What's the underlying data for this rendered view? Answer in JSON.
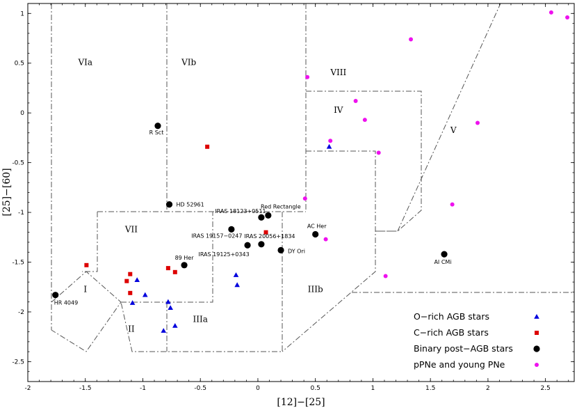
{
  "chart_data": {
    "type": "scatter",
    "xlabel": "[12]−[25]",
    "ylabel": "[25]−[60]",
    "xlim": [
      -2,
      2.75
    ],
    "ylim": [
      -2.7,
      1.1
    ],
    "x_ticks": [
      -2,
      -1.5,
      -1,
      -0.5,
      0,
      0.5,
      1,
      1.5,
      2,
      2.5
    ],
    "y_ticks": [
      1,
      0.5,
      0,
      -0.5,
      -1,
      -1.5,
      -2,
      -2.5
    ],
    "regions": [
      {
        "label": "VIa",
        "x": -1.5,
        "y": 0.48
      },
      {
        "label": "VIb",
        "x": -0.6,
        "y": 0.48
      },
      {
        "label": "VIII",
        "x": 0.7,
        "y": 0.38
      },
      {
        "label": "IV",
        "x": 0.7,
        "y": 0.0
      },
      {
        "label": "V",
        "x": 1.7,
        "y": -0.2
      },
      {
        "label": "VII",
        "x": -1.1,
        "y": -1.2
      },
      {
        "label": "I",
        "x": -1.5,
        "y": -1.8
      },
      {
        "label": "II",
        "x": -1.1,
        "y": -2.2
      },
      {
        "label": "IIIa",
        "x": -0.5,
        "y": -2.1
      },
      {
        "label": "IIIb",
        "x": 0.5,
        "y": -1.8
      }
    ],
    "series": [
      {
        "name": "O−rich AGB stars",
        "marker": "triangle",
        "color": "#0000dd",
        "points": [
          [
            -1.05,
            -1.68
          ],
          [
            -0.98,
            -1.83
          ],
          [
            -1.09,
            -1.91
          ],
          [
            -0.78,
            -1.9
          ],
          [
            -0.76,
            -1.96
          ],
          [
            -0.72,
            -2.14
          ],
          [
            -0.82,
            -2.19
          ],
          [
            -0.19,
            -1.63
          ],
          [
            -0.18,
            -1.73
          ],
          [
            0.62,
            -0.34
          ]
        ]
      },
      {
        "name": "C−rich AGB stars",
        "marker": "square",
        "color": "#dd0000",
        "points": [
          [
            -1.49,
            -1.53
          ],
          [
            -1.11,
            -1.62
          ],
          [
            -1.14,
            -1.69
          ],
          [
            -1.11,
            -1.81
          ],
          [
            -0.78,
            -1.56
          ],
          [
            -0.72,
            -1.6
          ],
          [
            -0.44,
            -0.34
          ],
          [
            0.07,
            -1.2
          ]
        ]
      },
      {
        "name": "Binary post−AGB stars",
        "marker": "circle",
        "color": "#000000",
        "points": [
          [
            -1.76,
            -1.83
          ],
          [
            -0.87,
            -0.13
          ],
          [
            -0.77,
            -0.92
          ],
          [
            -0.64,
            -1.53
          ],
          [
            -0.23,
            -1.17
          ],
          [
            -0.09,
            -1.33
          ],
          [
            0.03,
            -1.05
          ],
          [
            0.09,
            -1.03
          ],
          [
            0.03,
            -1.32
          ],
          [
            0.2,
            -1.38
          ],
          [
            0.5,
            -1.22
          ],
          [
            1.62,
            -1.42
          ]
        ]
      },
      {
        "name": "pPNe and young PNe",
        "marker": "dot",
        "color": "#ee11ee",
        "points": [
          [
            2.55,
            1.01
          ],
          [
            2.69,
            0.96
          ],
          [
            1.33,
            0.74
          ],
          [
            0.43,
            0.36
          ],
          [
            0.85,
            0.12
          ],
          [
            0.93,
            -0.07
          ],
          [
            1.91,
            -0.1
          ],
          [
            0.63,
            -0.28
          ],
          [
            1.05,
            -0.4
          ],
          [
            0.41,
            -0.86
          ],
          [
            1.69,
            -0.92
          ],
          [
            0.59,
            -1.27
          ],
          [
            1.11,
            -1.64
          ]
        ]
      }
    ],
    "point_labels": [
      {
        "text": "HR 4049",
        "x": -1.76,
        "y": -1.83
      },
      {
        "text": "R Sct",
        "x": -0.87,
        "y": -0.13
      },
      {
        "text": "HD 52961",
        "x": -0.77,
        "y": -0.92
      },
      {
        "text": "89 Her",
        "x": -0.64,
        "y": -1.53
      },
      {
        "text": "IRAS 18123+0511",
        "x": 0.03,
        "y": -1.05
      },
      {
        "text": "Red Rectangle",
        "x": 0.09,
        "y": -1.03
      },
      {
        "text": "IRAS 19157−0247",
        "x": -0.23,
        "y": -1.17
      },
      {
        "text": "IRAS 20056+1834",
        "x": 0.03,
        "y": -1.32
      },
      {
        "text": "IRAS 19125+0343",
        "x": -0.09,
        "y": -1.33
      },
      {
        "text": "DY Ori",
        "x": 0.2,
        "y": -1.38
      },
      {
        "text": "AC Her",
        "x": 0.5,
        "y": -1.22
      },
      {
        "text": "AI CMi",
        "x": 1.62,
        "y": -1.42
      }
    ],
    "legend": {
      "position": "bottom-right",
      "entries": [
        "O−rich AGB stars",
        "C−rich AGB stars",
        "Binary post−AGB stars",
        "pPNe and young PNe"
      ]
    }
  }
}
